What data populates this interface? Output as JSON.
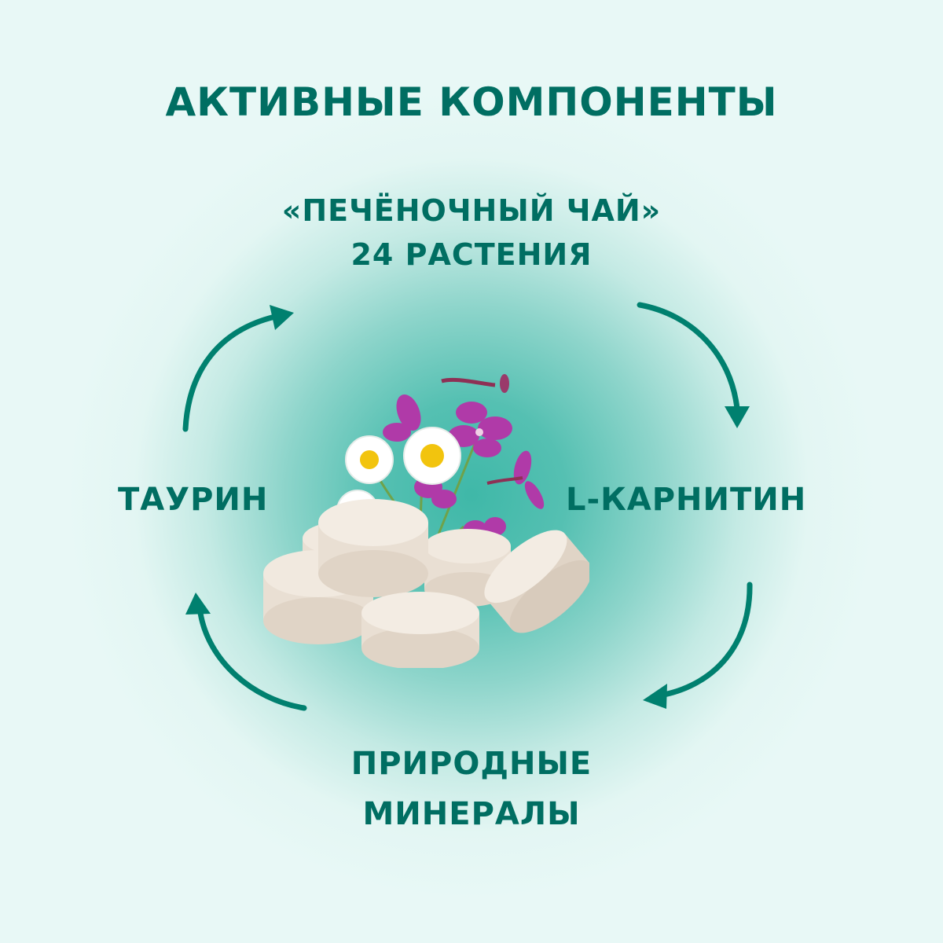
{
  "heading": {
    "title": "АКТИВНЫЕ КОМПОНЕНТЫ"
  },
  "components": {
    "top": {
      "line1": "«ПЕЧЁНОЧНЫЙ ЧАЙ»",
      "line2": "24 РАСТЕНИЯ"
    },
    "right": {
      "label": "L-КАРНИТИН"
    },
    "bottom": {
      "line1": "ПРИРОДНЫЕ",
      "line2": "МИНЕРАЛЫ"
    },
    "left": {
      "label": "ТАУРИН"
    }
  },
  "image": {
    "description": "tablets with chamomile and fireweed flowers"
  },
  "colors": {
    "text": "#006e62",
    "arrow": "#00806f",
    "background": "#e8f8f6",
    "center_glow": "#3fb8a8"
  },
  "icons": [
    "arrow-top-left-icon",
    "arrow-top-right-icon",
    "arrow-bottom-right-icon",
    "arrow-bottom-left-icon"
  ]
}
